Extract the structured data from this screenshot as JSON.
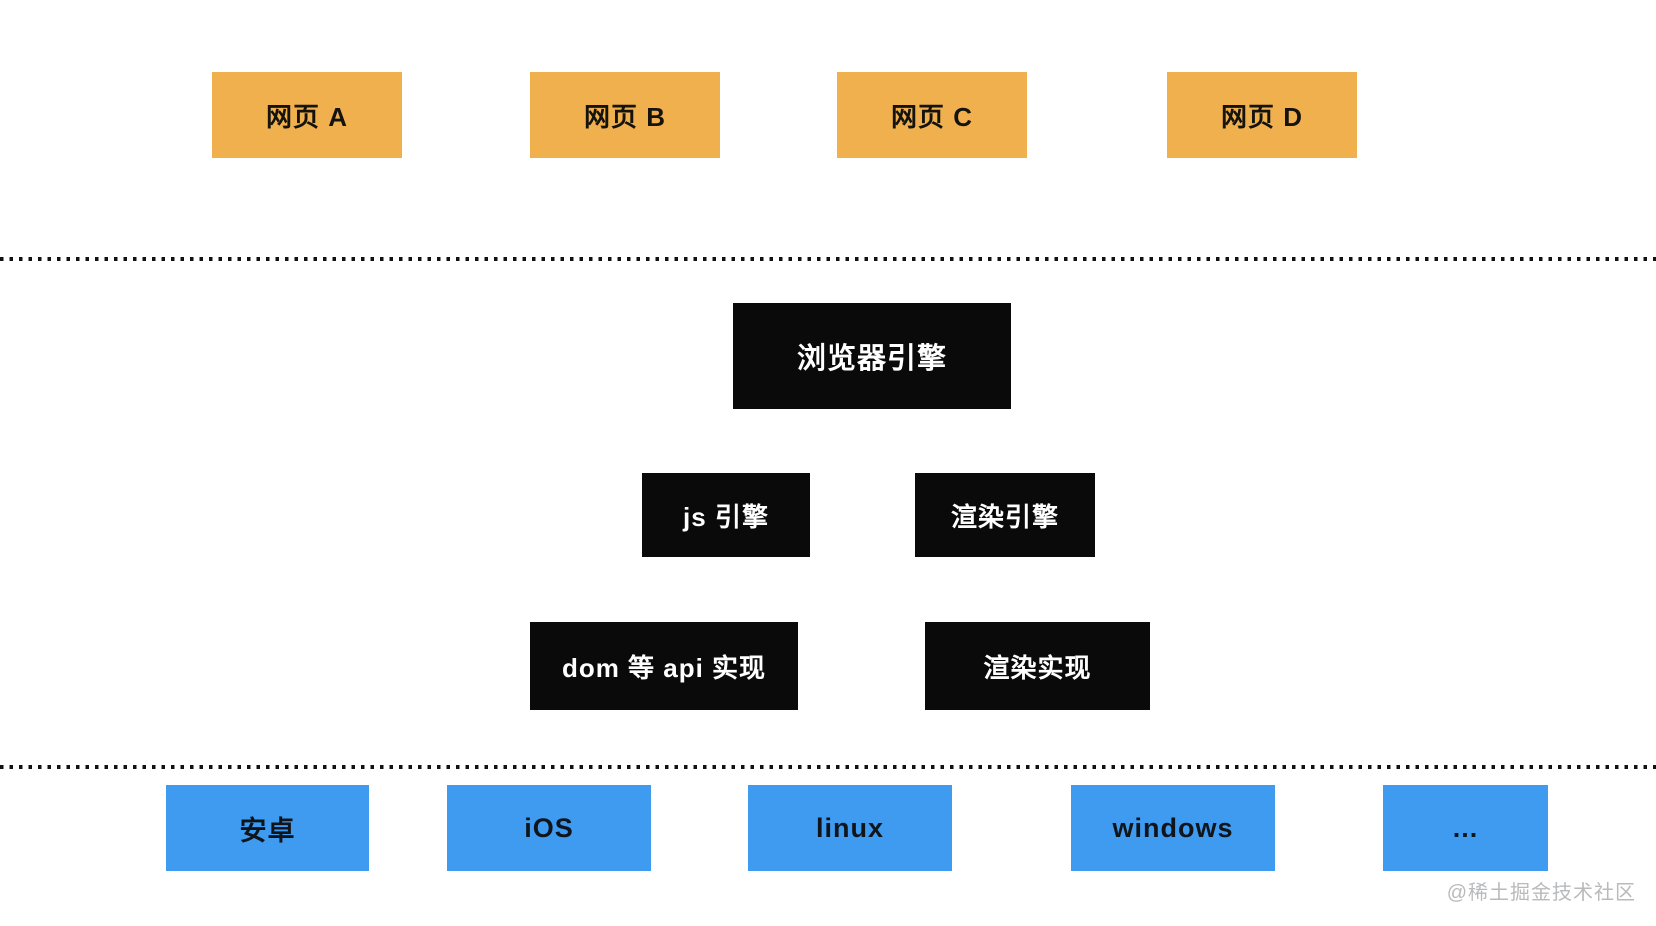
{
  "diagram": {
    "web_pages": [
      {
        "label": "网页 A"
      },
      {
        "label": "网页 B"
      },
      {
        "label": "网页 C"
      },
      {
        "label": "网页 D"
      }
    ],
    "browser_engine": {
      "label": "浏览器引擎"
    },
    "engines": [
      {
        "label": "js 引擎"
      },
      {
        "label": "渲染引擎"
      }
    ],
    "implementations": [
      {
        "label": "dom 等 api 实现"
      },
      {
        "label": "渲染实现"
      }
    ],
    "platforms": [
      {
        "label": "安卓"
      },
      {
        "label": "iOS"
      },
      {
        "label": "linux"
      },
      {
        "label": "windows"
      },
      {
        "label": "..."
      }
    ],
    "watermark": "@稀土掘金技术社区",
    "colors": {
      "web_page_fill": "#f0b04e",
      "engine_fill": "#0a0a0a",
      "engine_text": "#ffffff",
      "platform_fill": "#3e9bf0",
      "dotted_line": "#111111",
      "watermark_text": "#b9babc",
      "background": "#ffffff"
    }
  }
}
